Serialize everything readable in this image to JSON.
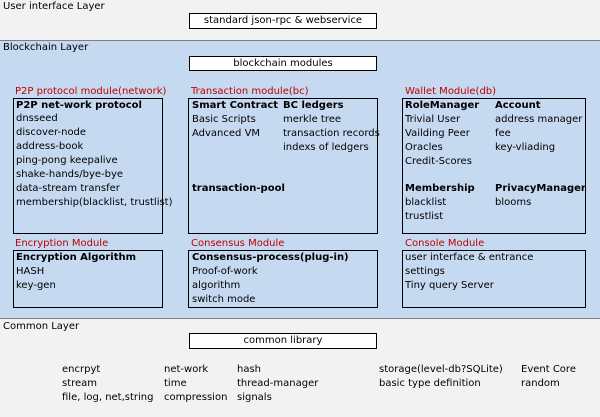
{
  "colors": {
    "ui_layer_bg": "#f2f2f2",
    "blockchain_layer_bg": "#c5d9f1",
    "common_layer_bg": "#f2f2f2",
    "module_title": "#c00000"
  },
  "ui_layer": {
    "title": "User interface Layer",
    "box": "standard json-rpc & webservice"
  },
  "blockchain_layer": {
    "title": "Blockchain Layer",
    "box": "blockchain modules",
    "p2p": {
      "title": "P2P protocol module(network)",
      "heading": "P2P net-work protocol",
      "items": [
        "dnsseed",
        "discover-node",
        "address-book",
        "ping-pong keepalive",
        "shake-hands/bye-bye",
        "data-stream transfer",
        "membership(blacklist, trustlist)"
      ]
    },
    "transaction": {
      "title": "Transaction module(bc)",
      "col1_heading": "Smart Contract",
      "col1_items": [
        "Basic Scripts",
        "Advanced VM"
      ],
      "col2_heading": "BC ledgers",
      "col2_items": [
        "merkle tree",
        "transaction records",
        "indexs of ledgers"
      ],
      "pool": "transaction-pool"
    },
    "wallet": {
      "title": "Wallet Module(db)",
      "role_heading": "RoleManager",
      "role_items": [
        "Trivial User",
        "Vailding Peer",
        "Oracles",
        "Credit-Scores"
      ],
      "account_heading": "Account",
      "account_items": [
        "address manager",
        "fee",
        "key-vliading"
      ],
      "membership_heading": "Membership",
      "membership_items": [
        "blacklist",
        "trustlist"
      ],
      "privacy_heading": "PrivacyManager",
      "privacy_items": [
        "blooms"
      ]
    },
    "encryption": {
      "title": "Encryption Module",
      "heading": "Encryption Algorithm",
      "items": [
        "HASH",
        "key-gen"
      ]
    },
    "consensus": {
      "title": "Consensus Module",
      "heading": "Consensus-process(plug-in)",
      "items": [
        "Proof-of-work",
        "algorithm",
        "switch mode"
      ]
    },
    "console": {
      "title": "Console Module",
      "items": [
        "user interface & entrance",
        "settings",
        "Tiny query Server"
      ]
    }
  },
  "common_layer": {
    "title": "Common Layer",
    "box": "common library",
    "col1": [
      "encrpyt",
      "stream",
      "file, log, net,string"
    ],
    "col2": [
      "net-work",
      "time",
      "compression"
    ],
    "col3": [
      "hash",
      "thread-manager",
      "signals"
    ],
    "col4": [
      "storage(level-db?SQLite)",
      "basic type definition"
    ],
    "col5": [
      "Event Core",
      "random"
    ]
  }
}
